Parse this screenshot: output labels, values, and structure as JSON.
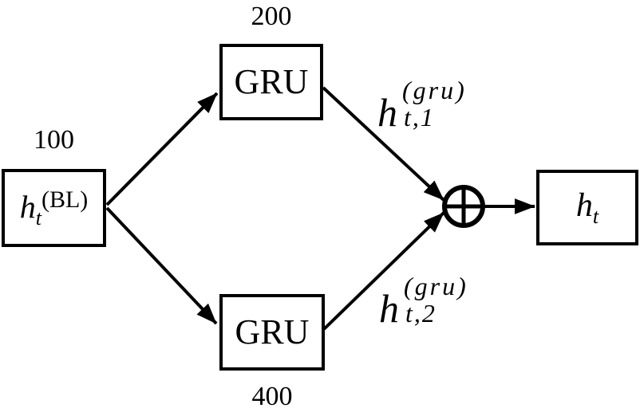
{
  "diagram": {
    "title": "branched GRU fusion diagram",
    "colors": {
      "stroke": "#000000",
      "background": "#ffffff"
    },
    "nodes": {
      "input": {
        "dim": "100",
        "math": {
          "base": "h",
          "sub": "t",
          "sup": "(BL)"
        }
      },
      "gru_top": {
        "dim": "200",
        "label": "GRU"
      },
      "gru_bottom": {
        "dim": "400",
        "label": "GRU"
      },
      "sum": {
        "icon": "circle-plus",
        "symbol": "⊕"
      },
      "output": {
        "math": {
          "base": "h",
          "sub": "t"
        }
      }
    },
    "edge_labels": {
      "gru_top_to_sum": {
        "base": "h",
        "sub": "t,1",
        "sup": "(gru)"
      },
      "gru_bottom_to_sum": {
        "base": "h",
        "sub": "t,2",
        "sup": "(gru)"
      }
    }
  }
}
